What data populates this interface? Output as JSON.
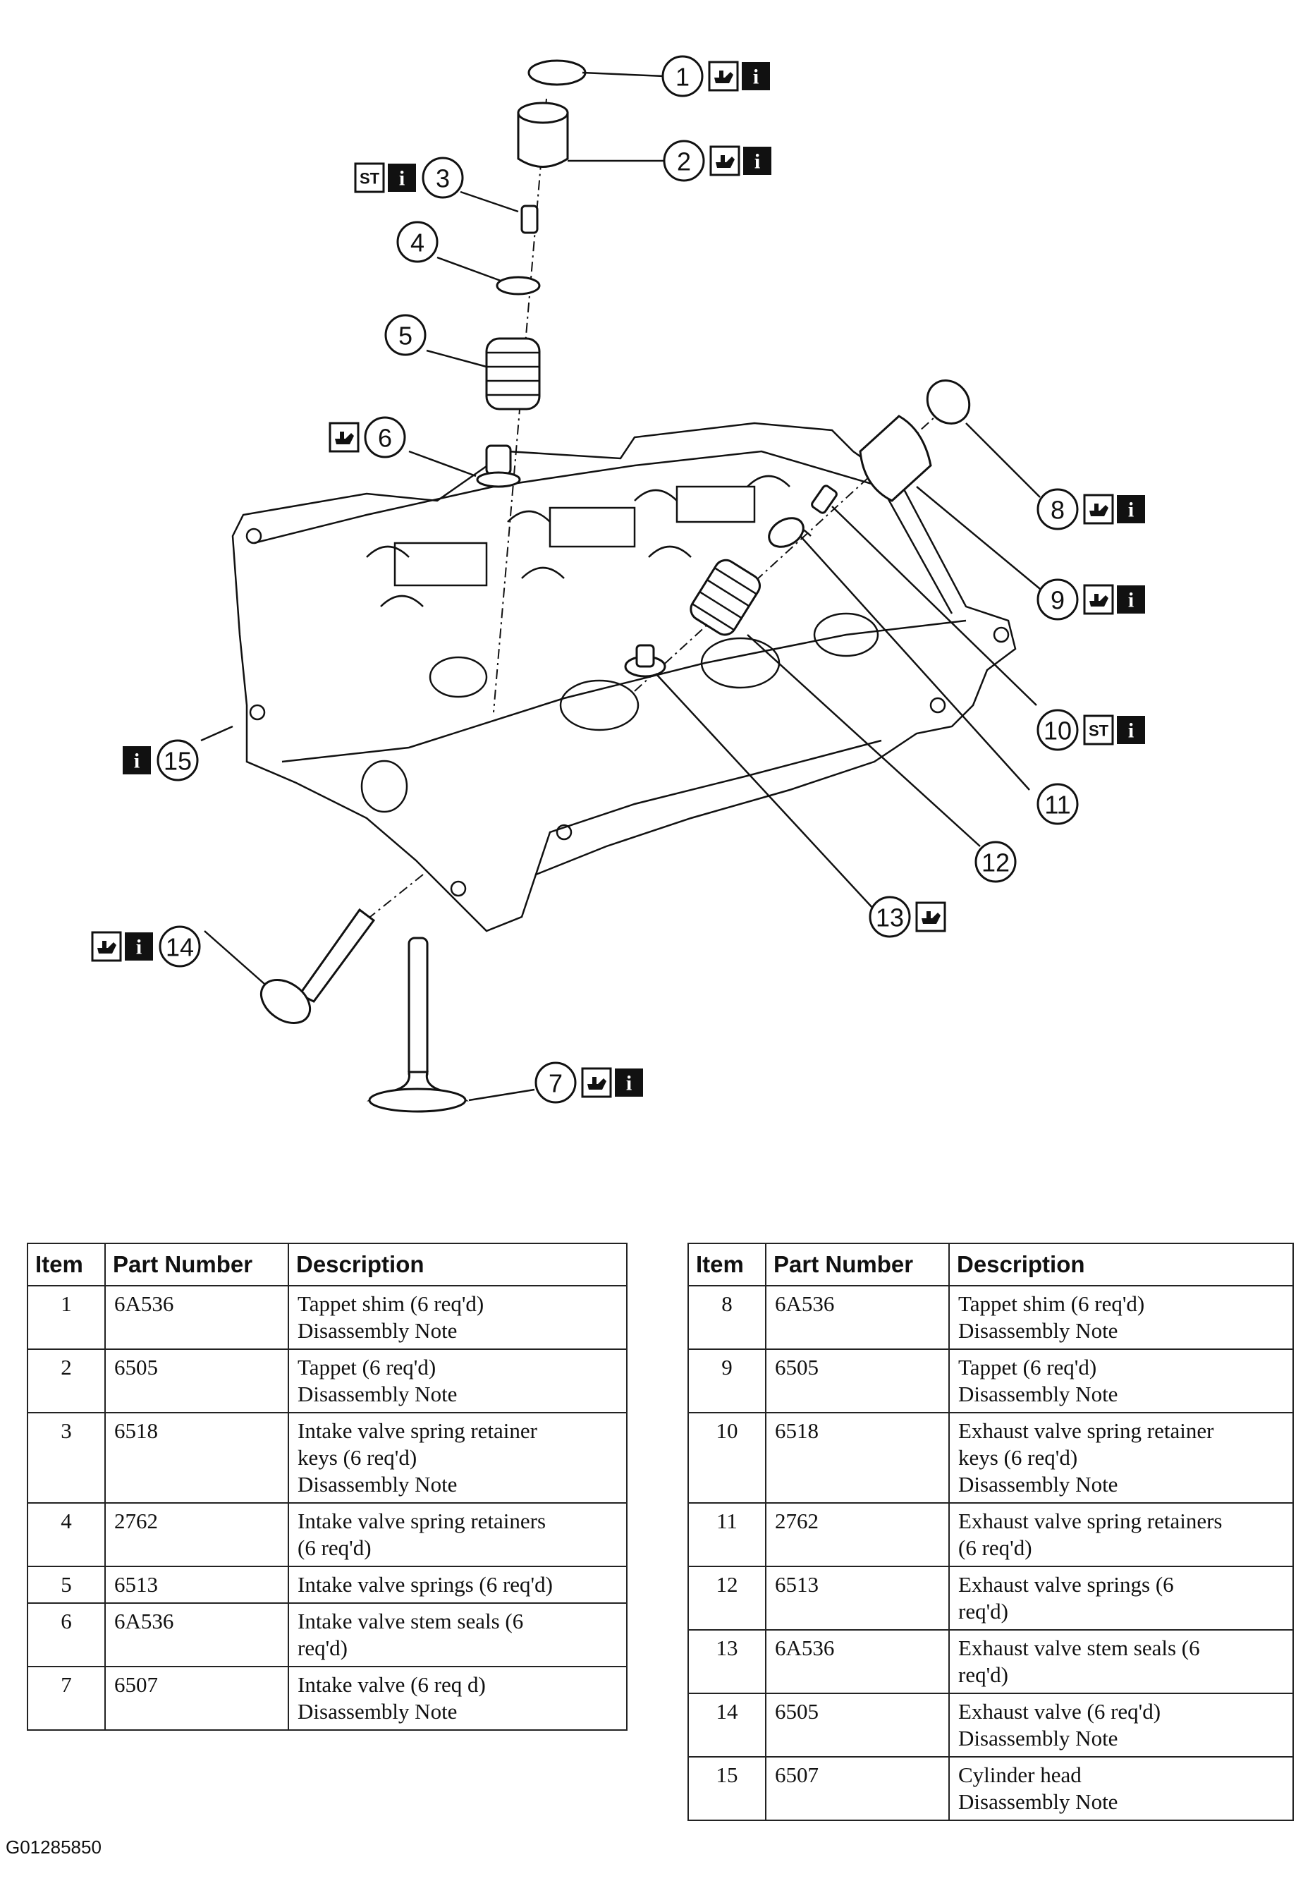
{
  "callouts": [
    {
      "num": "1",
      "icons": [
        "oil-can-icon",
        "info-icon"
      ]
    },
    {
      "num": "2",
      "icons": [
        "oil-can-icon",
        "info-icon"
      ]
    },
    {
      "num": "3",
      "icons": [
        "special-tool-icon",
        "info-icon"
      ]
    },
    {
      "num": "4",
      "icons": []
    },
    {
      "num": "5",
      "icons": []
    },
    {
      "num": "6",
      "icons": [
        "oil-can-icon"
      ]
    },
    {
      "num": "7",
      "icons": [
        "oil-can-icon",
        "info-icon"
      ]
    },
    {
      "num": "8",
      "icons": [
        "oil-can-icon",
        "info-icon"
      ]
    },
    {
      "num": "9",
      "icons": [
        "oil-can-icon",
        "info-icon"
      ]
    },
    {
      "num": "10",
      "icons": [
        "special-tool-icon",
        "info-icon"
      ]
    },
    {
      "num": "11",
      "icons": []
    },
    {
      "num": "12",
      "icons": []
    },
    {
      "num": "13",
      "icons": [
        "oil-can-icon"
      ]
    },
    {
      "num": "14",
      "icons": [
        "oil-can-icon",
        "info-icon"
      ]
    },
    {
      "num": "15",
      "icons": [
        "info-icon"
      ]
    }
  ],
  "badges": {
    "st": "ST",
    "info": "i"
  },
  "table": {
    "headers": [
      "Item",
      "Part Number",
      "Description"
    ],
    "left": [
      {
        "item": "1",
        "part": "6A536",
        "desc": [
          "Tappet shim (6 req'd)",
          "Disassembly Note"
        ]
      },
      {
        "item": "2",
        "part": "6505",
        "desc": [
          "Tappet (6 req'd)",
          "Disassembly Note"
        ]
      },
      {
        "item": "3",
        "part": "6518",
        "desc": [
          "Intake valve spring retainer",
          "keys (6 req'd)",
          "Disassembly Note"
        ]
      },
      {
        "item": "4",
        "part": "2762",
        "desc": [
          "Intake valve spring retainers",
          "(6 req'd)"
        ]
      },
      {
        "item": "5",
        "part": "6513",
        "desc": [
          "Intake valve springs (6 req'd)"
        ]
      },
      {
        "item": "6",
        "part": "6A536",
        "desc": [
          "Intake valve stem seals (6",
          "req'd)"
        ]
      },
      {
        "item": "7",
        "part": "6507",
        "desc": [
          "Intake valve (6 req d)",
          "Disassembly Note"
        ]
      }
    ],
    "right": [
      {
        "item": "8",
        "part": "6A536",
        "desc": [
          "Tappet shim (6 req'd)",
          "Disassembly Note"
        ]
      },
      {
        "item": "9",
        "part": "6505",
        "desc": [
          "Tappet (6 req'd)",
          "Disassembly Note"
        ]
      },
      {
        "item": "10",
        "part": "6518",
        "desc": [
          "Exhaust valve spring retainer",
          "keys (6 req'd)",
          "Disassembly Note"
        ]
      },
      {
        "item": "11",
        "part": "2762",
        "desc": [
          "Exhaust valve spring retainers",
          "(6 req'd)"
        ]
      },
      {
        "item": "12",
        "part": "6513",
        "desc": [
          "Exhaust valve springs (6",
          "req'd)"
        ]
      },
      {
        "item": "13",
        "part": "6A536",
        "desc": [
          "Exhaust valve stem seals (6",
          "req'd)"
        ]
      },
      {
        "item": "14",
        "part": "6505",
        "desc": [
          "Exhaust valve (6 req'd)",
          "Disassembly Note"
        ]
      },
      {
        "item": "15",
        "part": "6507",
        "desc": [
          "Cylinder head",
          "Disassembly Note"
        ]
      }
    ]
  },
  "figure_id": "G01285850"
}
